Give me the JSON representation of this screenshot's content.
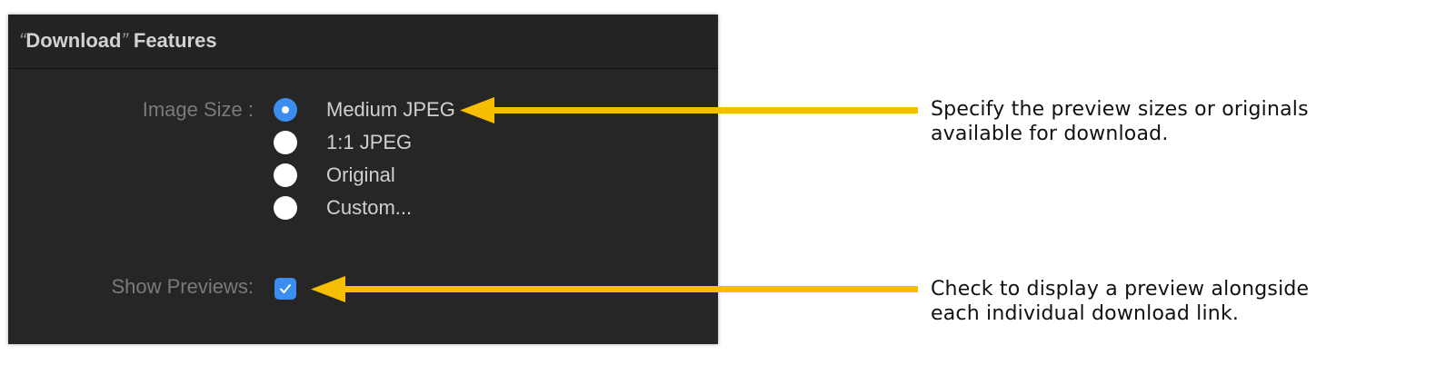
{
  "panel": {
    "title_open_quote": "“",
    "title_word": "Download",
    "title_close_quote": "”",
    "title_rest": " Features"
  },
  "image_size": {
    "label": "Image Size :",
    "options": [
      {
        "label": "Medium JPEG",
        "selected": true
      },
      {
        "label": "1:1 JPEG",
        "selected": false
      },
      {
        "label": "Original",
        "selected": false
      },
      {
        "label": "Custom...",
        "selected": false
      }
    ]
  },
  "show_previews": {
    "label": "Show Previews:",
    "checked": true
  },
  "annotations": {
    "image_size_note_line1": "Specify the preview sizes or originals",
    "image_size_note_line2": "available for download.",
    "previews_note_line1": "Check to display a preview alongside",
    "previews_note_line2": "each individual download link."
  },
  "colors": {
    "panel_bg": "#262626",
    "accent": "#3b8ef0",
    "arrow": "#f6be00"
  }
}
